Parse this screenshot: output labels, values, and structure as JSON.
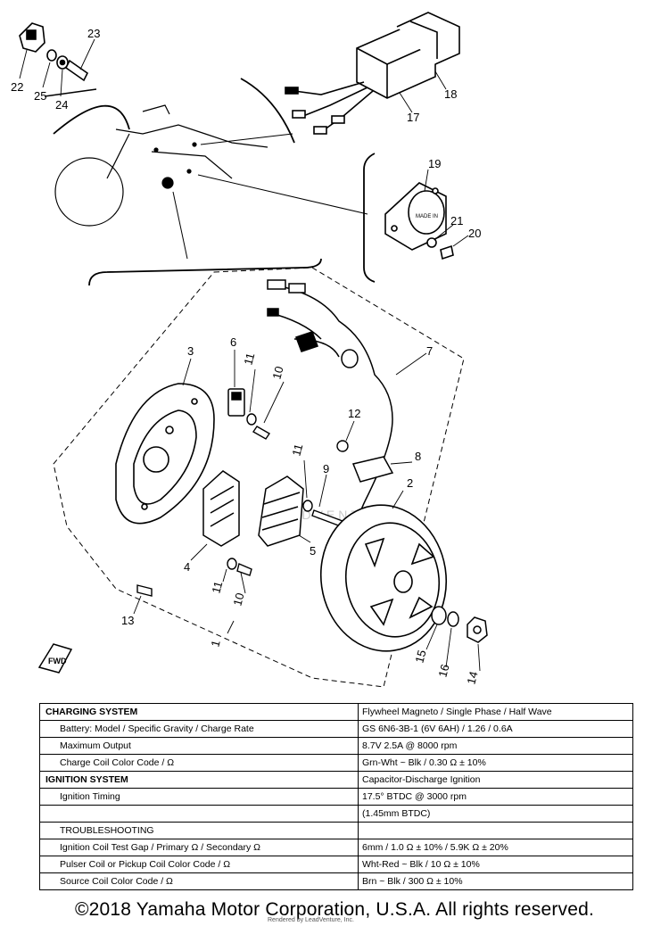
{
  "callouts": [
    "1",
    "2",
    "3",
    "4",
    "5",
    "6",
    "7",
    "8",
    "9",
    "10",
    "10",
    "11",
    "11",
    "11",
    "12",
    "13",
    "14",
    "15",
    "16",
    "17",
    "18",
    "19",
    "20",
    "21",
    "22",
    "23",
    "24",
    "25"
  ],
  "fwd_label": "FWD",
  "watermark": "LEADVENTURE",
  "seal_text": "MADE IN",
  "table": {
    "rows": [
      {
        "left": "CHARGING SYSTEM",
        "right": "Flywheel Magneto / Single Phase / Half Wave",
        "style": "head"
      },
      {
        "left": "Battery: Model / Specific Gravity / Charge Rate",
        "right": "GS 6N6-3B-1 (6V 6AH) / 1.26 / 0.6A",
        "style": "sub"
      },
      {
        "left": "Maximum Output",
        "right": "8.7V 2.5A @ 8000 rpm",
        "style": "sub"
      },
      {
        "left": "Charge Coil Color Code / Ω",
        "right": "Grn-Wht ~ Blk / 0.30 Ω ± 10%",
        "style": "sub"
      },
      {
        "left": "IGNITION SYSTEM",
        "right": "Capacitor-Discharge Ignition",
        "style": "head"
      },
      {
        "left": "Ignition Timing",
        "right": "17.5° BTDC @ 3000 rpm",
        "style": "sub"
      },
      {
        "left": "",
        "right": "(1.45mm BTDC)",
        "style": "sub"
      },
      {
        "left": "TROUBLESHOOTING",
        "right": "",
        "style": "sub"
      },
      {
        "left": "Ignition Coil Test Gap / Primary Ω / Secondary Ω",
        "right": "6mm / 1.0 Ω ± 10% / 5.9K Ω ± 20%",
        "style": "sub2"
      },
      {
        "left": "Pulser Coil or Pickup Coil Color Code / Ω",
        "right": "Wht-Red ~ Blk / 10 Ω ± 10%",
        "style": "sub2"
      },
      {
        "left": "Source Coil Color Code / Ω",
        "right": "Brn ~ Blk / 300 Ω ± 10%",
        "style": "sub2"
      }
    ]
  },
  "copyright": "©2018 Yamaha Motor Corporation, U.S.A. All rights reserved.",
  "footer_small": "Rendered by LeadVenture, Inc."
}
